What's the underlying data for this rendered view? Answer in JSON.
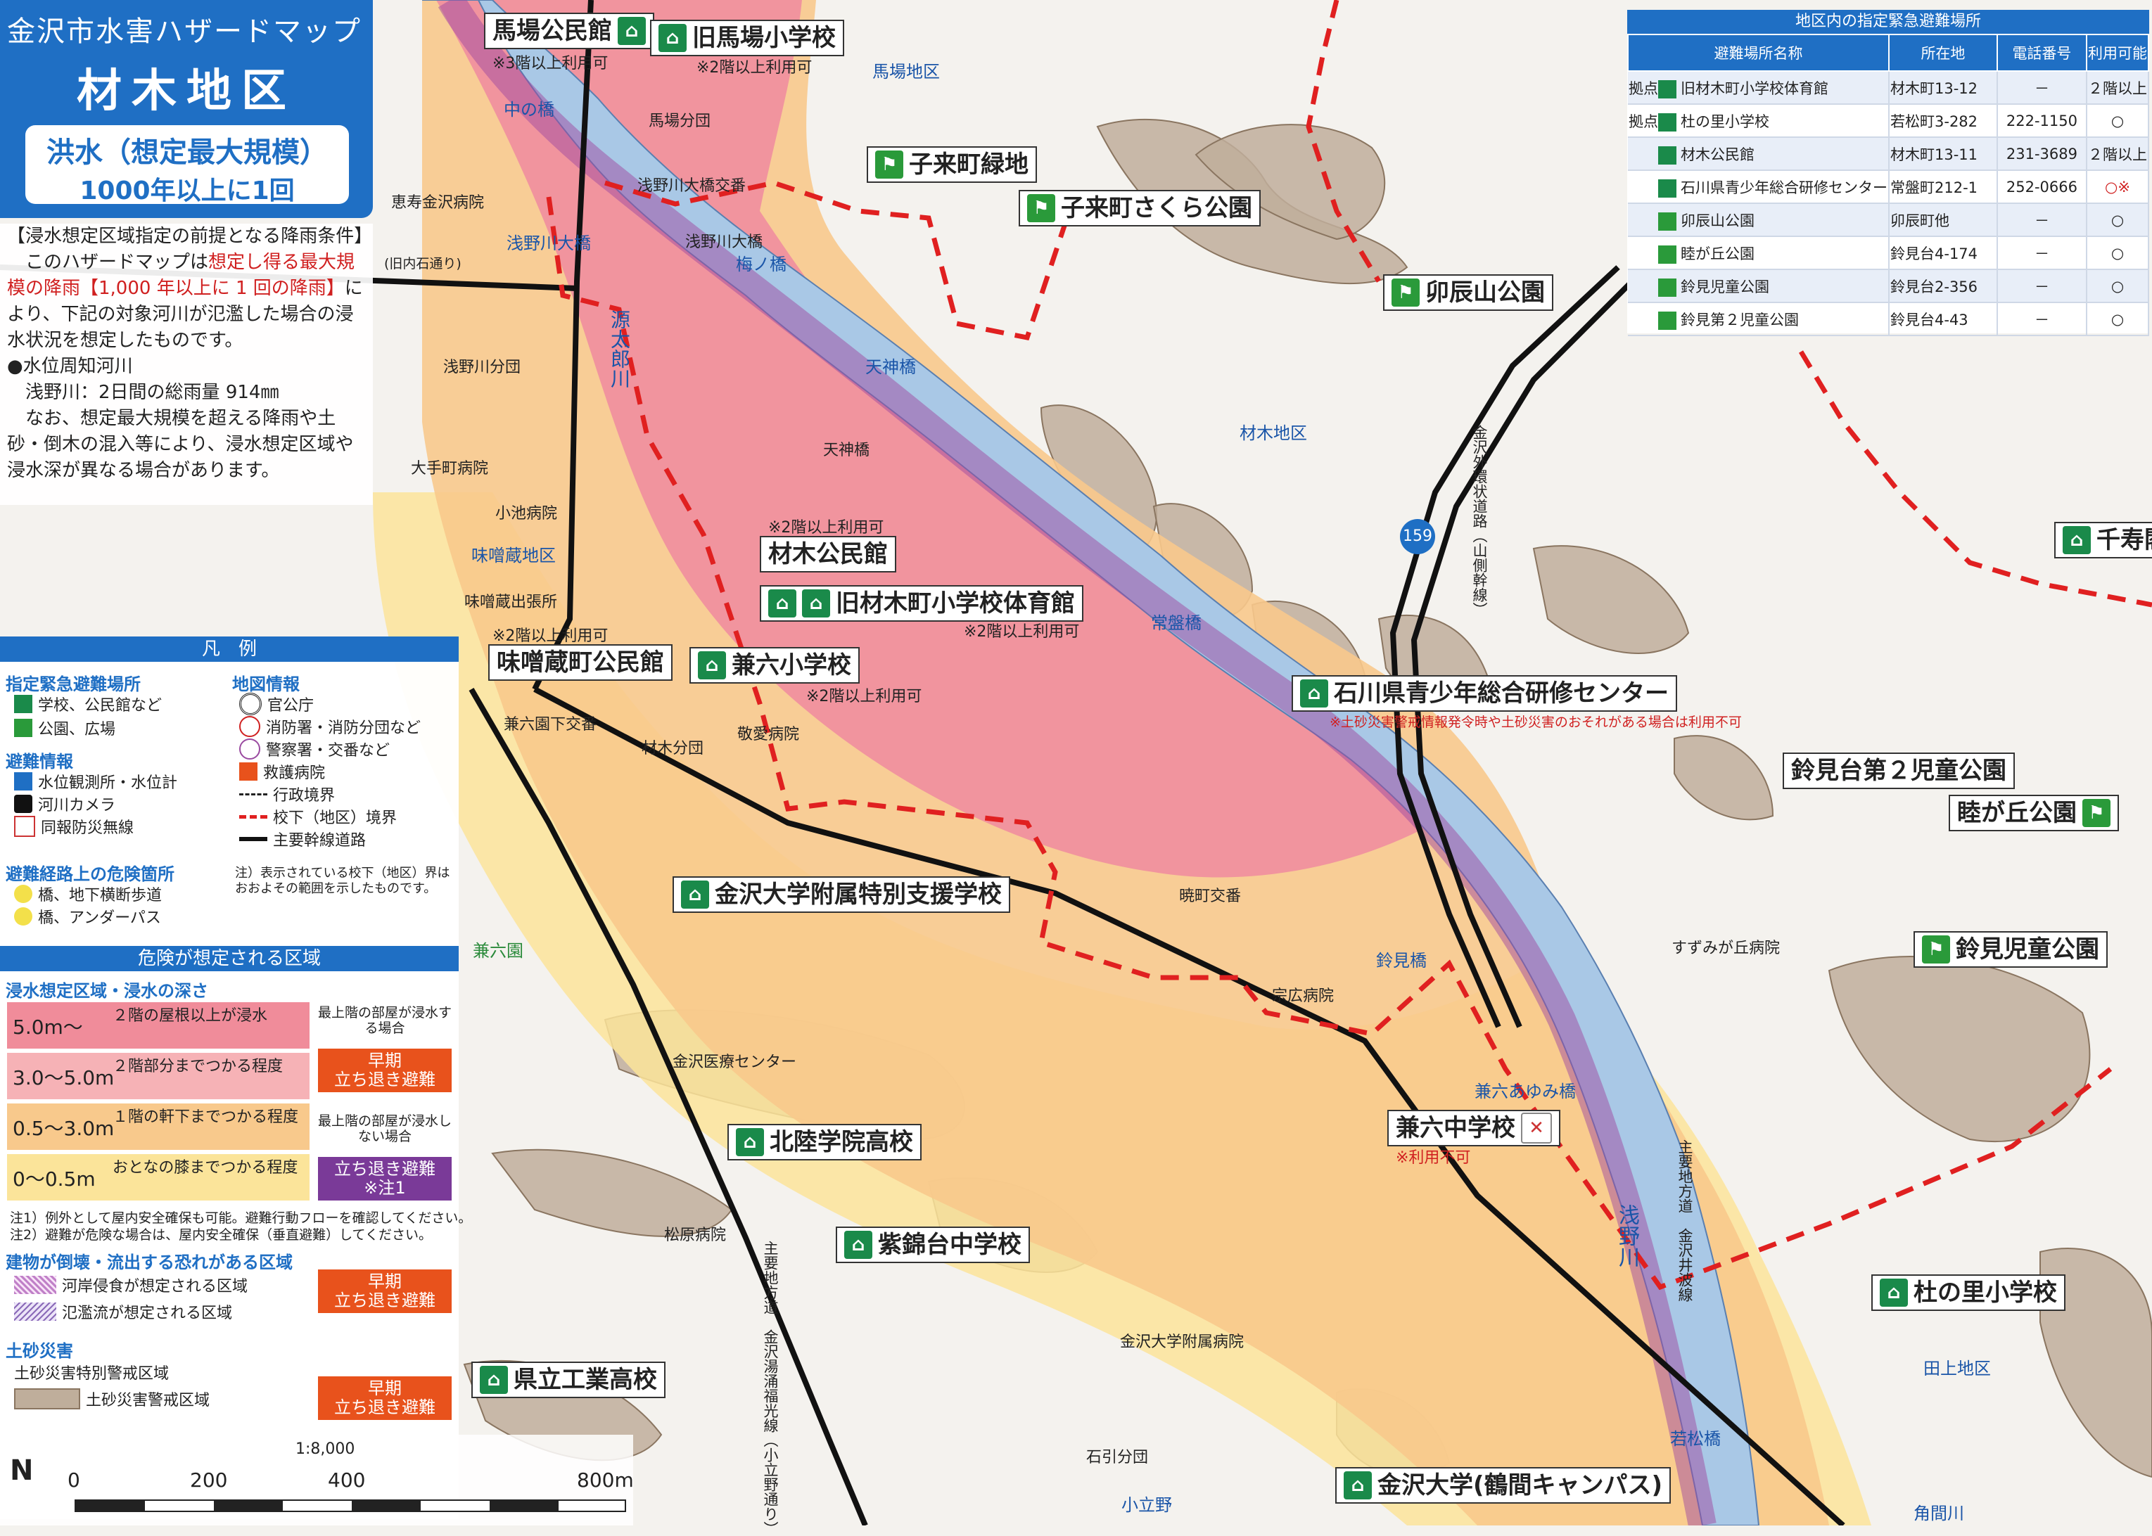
{
  "title": {
    "line1": "金沢市水害ハザードマップ",
    "district": "材木地区",
    "scenario": "洪水（想定最大規模）",
    "frequency": "1000年以上に1回"
  },
  "conditions": {
    "heading": "【浸水想定区域指定の前提となる降雨条件】",
    "p1a": "このハザードマップは",
    "p1b": "想定し得る最大規模の降雨【1,000 年以上に 1 回の降雨】",
    "p1c": "により、下記の対象河川が氾濫した場合の浸水状況を想定したものです。",
    "rivers_head": "●水位周知河川",
    "river1": "浅野川：2日間の総雨量 914㎜",
    "p2": "なお、想定最大規模を超える降雨や土砂・倒木の混入等により、浸水想定区域や浸水深が異なる場合があります。"
  },
  "legend": {
    "title": "凡　例",
    "shelter_head": "指定緊急避難場所",
    "shelter1": "学校、公民館など",
    "shelter2": "公園、広場",
    "info_head": "避難情報",
    "info1": "水位観測所・水位計",
    "info2": "河川カメラ",
    "info3": "同報防災無線",
    "map_head": "地図情報",
    "map1": "官公庁",
    "map2": "消防署・消防分団など",
    "map3": "警察署・交番など",
    "map4": "救護病院",
    "map5": "行政境界",
    "map6": "校下（地区）境界",
    "map7": "主要幹線道路",
    "danger_head": "避難経路上の危険箇所",
    "danger1": "橋、地下横断歩道",
    "danger2": "橋、アンダーパス",
    "note_boundary": "注）表示されている校下（地区）界はおおよその範囲を示したものです。",
    "zone_bar": "危険が想定される区域",
    "depth_head": "浸水想定区域・浸水の深さ",
    "depths": [
      {
        "value": "5.0m～",
        "desc": "２階の屋根以上が浸水",
        "color": "#f08c9a"
      },
      {
        "value": "3.0～5.0m",
        "desc": "２階部分までつかる程度",
        "color": "#f6b2b6"
      },
      {
        "value": "0.5～3.0m",
        "desc": "１階の軒下までつかる程度",
        "color": "#f8c98c"
      },
      {
        "value": "0～0.5m",
        "desc": "おとなの膝までつかる程度",
        "color": "#fbe49a"
      }
    ],
    "upper_flooded": "最上階の部屋が浸水する場合",
    "upper_not": "最上階の部屋が浸水しない場合",
    "early": "早期",
    "evac": "立ち退き避難",
    "evac_note": "立ち退き避難",
    "note1_ref": "※注1",
    "note1": "注1）例外として屋内安全確保も可能。避難行動フローを確認してください。",
    "note2": "注2）避難が危険な場合は、屋内安全確保（垂直避難）してください。",
    "collapse_head": "建物が倒壊・流出する恐れがある区域",
    "collapse1": "河岸侵食が想定される区域",
    "collapse2": "氾濫流が想定される区域",
    "landslide_head": "土砂災害",
    "landslide1": "土砂災害特別警戒区域",
    "landslide2": "土砂災害警戒区域"
  },
  "table": {
    "caption": "地区内の指定緊急避難場所",
    "headers": [
      "避難場所名称",
      "所在地",
      "電話番号",
      "利用可能"
    ],
    "base": "拠点",
    "rows": [
      {
        "base": true,
        "type": "school",
        "name": "旧材木町小学校体育館",
        "addr": "材木町13-12",
        "tel": "－",
        "avail": "２階以上"
      },
      {
        "base": true,
        "type": "school",
        "name": "杜の里小学校",
        "addr": "若松町3-282",
        "tel": "222-1150",
        "avail": "○"
      },
      {
        "base": false,
        "type": "school",
        "name": "材木公民館",
        "addr": "材木町13-11",
        "tel": "231-3689",
        "avail": "２階以上"
      },
      {
        "base": false,
        "type": "school",
        "name": "石川県青少年総合研修センター",
        "addr": "常盤町212-1",
        "tel": "252-0666",
        "avail": "○※"
      },
      {
        "base": false,
        "type": "park",
        "name": "卯辰山公園",
        "addr": "卯辰町他",
        "tel": "－",
        "avail": "○"
      },
      {
        "base": false,
        "type": "park",
        "name": "睦が丘公園",
        "addr": "鈴見台4-174",
        "tel": "－",
        "avail": "○"
      },
      {
        "base": false,
        "type": "park",
        "name": "鈴見児童公園",
        "addr": "鈴見台2-356",
        "tel": "－",
        "avail": "○"
      },
      {
        "base": false,
        "type": "park",
        "name": "鈴見第２児童公園",
        "addr": "鈴見台4-43",
        "tel": "－",
        "avail": "○"
      }
    ]
  },
  "labels": {
    "baba_kominkan": "馬場公民館",
    "kyu_baba": "旧馬場小学校",
    "kokomachi_ryokuchi": "子来町緑地",
    "kokomachi_sakura": "子来町さくら公園",
    "utatsuyama": "卯辰山公園",
    "senjuin": "千寿閣",
    "zaimoku_kominkan": "材木公民館",
    "kyu_zaimoku": "旧材木町小学校体育館",
    "misokura_kominkan": "味噌蔵町公民館",
    "kenroku_sho": "兼六小学校",
    "ishikawa_center": "石川県青少年総合研修センター",
    "suzumidai2": "鈴見台第２児童公園",
    "mutsumigaoka": "睦が丘公園",
    "suzumi_jido": "鈴見児童公園",
    "kanazawa_fuzoku": "金沢大学附属特別支援学校",
    "kenroku_chu": "兼六中学校",
    "hokuriku_gakuin": "北陸学院高校",
    "shikindai": "紫錦台中学校",
    "morinosato": "杜の里小学校",
    "kenritsu_kogyo": "県立工業高校",
    "kanazawa_univ": "金沢大学(鶴間キャンパス)"
  },
  "notes": {
    "n3f": "※3階以上利用可",
    "n2f": "※2階以上利用可",
    "sediment": "※土砂災害警戒情報発令時や土砂災害のおそれがある場合は利用不可",
    "unusable": "※利用不可"
  },
  "places": {
    "naka_bashi": "中の橋",
    "asanogawa_ohashi_koban": "浅野川大橋交番",
    "asanogawa_ohashi": "浅野川大橋",
    "asanogawa_ohashi2": "浅野川大橋",
    "ume_bashi": "梅ノ橋",
    "tenjin_bashi": "天神橋",
    "tenjin_bashi2": "天神橋",
    "tokiwa_bashi": "常盤橋",
    "suzumi_bashi": "鈴見橋",
    "kenroku_ayumi": "兼六あゆみ橋",
    "wakamatsu_bashi": "若松橋",
    "baba_bundan": "馬場分団",
    "keiju_hospital": "恵寿金沢病院",
    "hinishi_dori": "(旧内石通り)",
    "asanogawa_bundan": "浅野川分団",
    "ote_hospital": "大手町病院",
    "koike_hospital": "小池病院",
    "misokura_chiku": "味噌蔵地区",
    "misokura_shutchojo": "味噌蔵出張所",
    "kenroku_koban": "兼六園下交番",
    "zaimoku_bundan": "材木分団",
    "keiai_hospital": "敬愛病院",
    "akatsuki_koban": "暁町交番",
    "soko_hospital": "宗広病院",
    "kanazawa_iryo": "金沢医療センター",
    "matsubara_hospital": "松原病院",
    "fuzoku_hospital": "金沢大学附属病院",
    "ishibiki_bundan": "石引分団",
    "kenrokuen": "兼六園",
    "koryo": "小立野",
    "baba_chiku": "馬場地区",
    "zaimoku_chiku": "材木地区",
    "tagami_chiku": "田上地区",
    "suzumigaoka_hospital": "すずみが丘病院",
    "genkuro_gawa": "源太郎川",
    "asano_gawa": "浅野川",
    "kakuma_gawa": "角間川",
    "outer_road": "金沢外環状道路（山側幹線）",
    "route159": "159",
    "road_kanazawa_ido": "主要地方道　金沢井波線",
    "road_kanazawa_yuwaku": "主要地方道　金沢湯涌福光線（小立野通り）"
  },
  "scale": {
    "ratio": "1:8,000",
    "t0": "0",
    "t1": "200",
    "t2": "400",
    "t3": "800m",
    "north": "N"
  },
  "colors": {
    "accent": "#1f6fc4",
    "river": "#a9c8e6",
    "deep": "#ef8e9e",
    "mid": "#f4b0b4",
    "shallow": "#f8c98c",
    "verythin": "#fbe49a",
    "landslide": "#b8a592",
    "boundary": "#e02020"
  }
}
